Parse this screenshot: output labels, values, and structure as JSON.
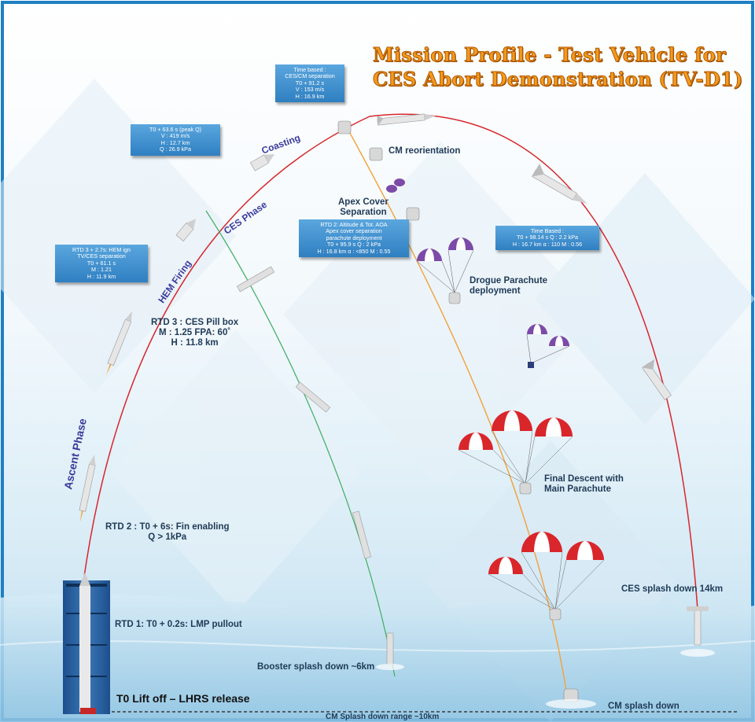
{
  "title": {
    "line1": "Mission Profile - Test Vehicle for",
    "line2": "CES Abort Demonstration (TV-D1)"
  },
  "phases": {
    "ascent": "Ascent Phase",
    "hem_firing": "HEM Firing",
    "ces_phase": "CES Phase",
    "coasting": "Coasting"
  },
  "boxes": {
    "peak_q": [
      "T0 + 63.6 s (peak Q)",
      "V : 419 m/s",
      "H : 12.7 km",
      "Q : 26.9 kPa"
    ],
    "ces_cm_sep": [
      "Time based :",
      "CES/CM separation",
      "T0 + 91.2 s",
      "V : 153 m/s",
      "H : 16.9 km"
    ],
    "rtd3_hem": [
      "RTD 3 + 2.7s:  HEM ign",
      "TV/CES separation",
      "T0 + 61.1 s",
      "M : 1.21",
      "H : 11.9 km"
    ],
    "rtd2_apex": [
      "RTD 2: Altitude & Tot. AOA",
      "Apex cover separation",
      "parachute deployment",
      "T0 + 95.9 s        Q : 2 kPa",
      "H : 16.8 km     α : <850  M : 0.55"
    ],
    "time_based_ces": [
      "Time Based :",
      "T0 + 98.14 s  Q : 2.2 kPa",
      "H : 16.7 km  α : 110  M : 0.56"
    ]
  },
  "labels": {
    "cm_reorientation": "CM reorientation",
    "apex_cover": [
      "Apex Cover",
      "Separation"
    ],
    "drogue": [
      "Drogue Parachute",
      "deployment"
    ],
    "rtd3_pillbox": [
      "RTD 3 :  CES Pill box",
      "M : 1.25 FPA: 60˚",
      "H : 11.8 km"
    ],
    "rtd2_fin": [
      "RTD 2 : T0 + 6s:  Fin enabling",
      "Q > 1kPa"
    ],
    "final_descent": [
      "Final Descent with",
      "Main Parachute"
    ],
    "ces_splash": "CES splash down 14km",
    "rtd1": "RTD 1: T0 + 0.2s:  LMP pullout",
    "booster_splash": "Booster splash down ~6km",
    "liftoff": "T0 Lift off – LHRS release",
    "cm_splash": "CM splash down",
    "cm_range": "CM Splash down range ~10km"
  },
  "colors": {
    "trajectory_red": "#d8262c",
    "trajectory_green": "#3fae63",
    "trajectory_orange": "#f2a23a",
    "box_blue": "#3c8cca",
    "title_orange": "#f39a1e",
    "chute_red": "#d9262b",
    "chute_purple": "#7c4aa8"
  }
}
